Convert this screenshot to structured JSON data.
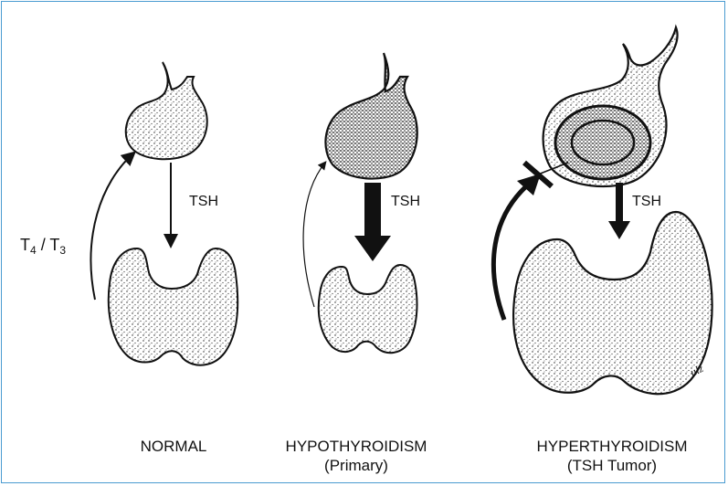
{
  "colors": {
    "border": "#4a9bd1",
    "ink": "#111111"
  },
  "arrow_label": "TSH",
  "feedback": {
    "symbol": "T",
    "sub_a": "4",
    "separator": " / ",
    "sub_b": "3"
  },
  "panels": [
    {
      "title": "NORMAL",
      "subtitle": ""
    },
    {
      "title": "HYPOTHYROIDISM",
      "subtitle": "(Primary)"
    },
    {
      "title": "HYPERTHYROIDISM",
      "subtitle": "(TSH Tumor)"
    }
  ],
  "artist_signature": "ulz"
}
